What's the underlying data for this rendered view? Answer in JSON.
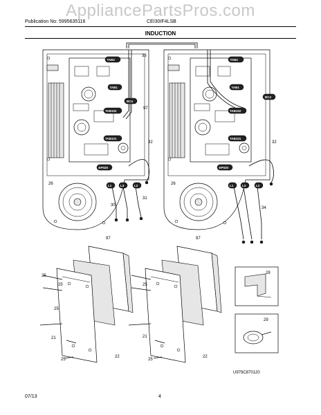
{
  "watermark": "AppliancePartsPros.com",
  "header": {
    "publication": "Publication No: 5995635116",
    "model": "CEI30IF4LSB",
    "section_title": "INDUCTION"
  },
  "footer": {
    "date": "07/13",
    "page": "4"
  },
  "figure_code": "U979C870120",
  "callouts": {
    "c33": "33",
    "c97a": "97",
    "c97b": "97",
    "c97c": "97",
    "c32a": "32",
    "c32b": "32",
    "c26a": "26",
    "c26b": "26",
    "c30": "30",
    "c31": "31",
    "c34": "34",
    "c28": "28",
    "c29": "29",
    "c25a": "25",
    "c25b": "25",
    "c25c": "25",
    "c25d": "25",
    "c25e": "25",
    "c25f": "25",
    "c21a": "21",
    "c21b": "21",
    "c22a": "22",
    "c22b": "22"
  },
  "tags": {
    "tab2a": "TAB2",
    "tab1a": "TAB1",
    "bc4a": "BC4",
    "tab102a": "TAB102",
    "tab101a": "TAB101",
    "ep020a": "EP020",
    "l1a": "L1",
    "l3a": "L3",
    "l2a": "L2",
    "tab2b": "TAB2",
    "tab1b": "TAB1",
    "bc4b": "BC4",
    "tab102b": "TAB102",
    "tab101b": "TAB101",
    "ep020b": "EP020",
    "l1b": "L1",
    "l3b": "L3",
    "l2b": "L2"
  }
}
